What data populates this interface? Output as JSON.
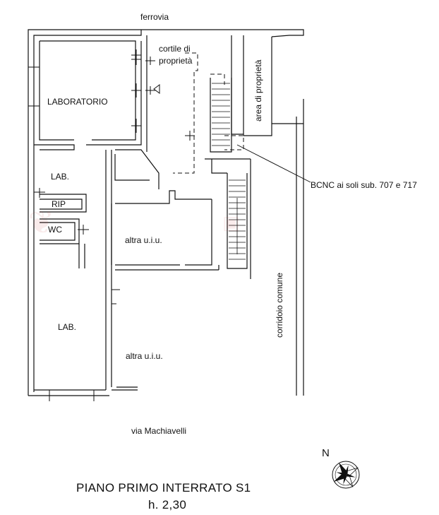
{
  "labels": {
    "ferrovia": "ferrovia",
    "cortile_line1": "cortile di",
    "cortile_line2": "proprietà",
    "area_proprieta": "area di proprietà",
    "laboratorio": "LABORATORIO",
    "lab_small": "LAB.",
    "rip": "RIP",
    "wc": "WC",
    "altra_uiu_1": "altra u.i.u.",
    "altra_uiu_2": "altra u.i.u.",
    "lab_big": "LAB.",
    "bcnc": "BCNC ai soli sub. 707 e 717",
    "corridoio": "corridoio comune",
    "via": "via Machiavelli",
    "north": "N"
  },
  "title": {
    "line1": "PIANO PRIMO INTERRATO S1",
    "line2": "h. 2,30"
  },
  "colors": {
    "wall": "#111111",
    "watermark": "#c83c3c"
  }
}
